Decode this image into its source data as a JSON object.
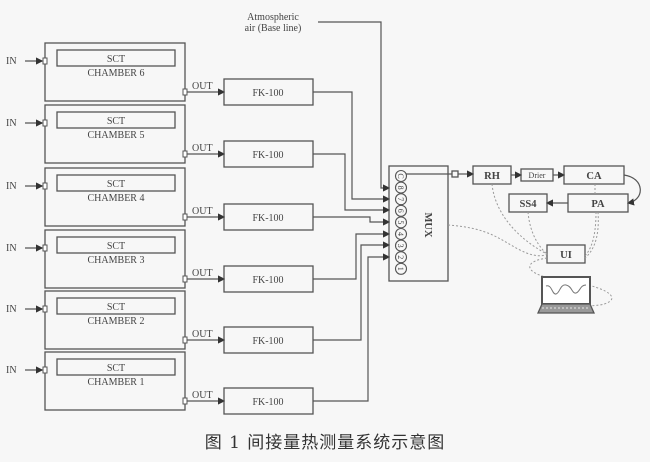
{
  "atmospheric_label": [
    "Atmospheric",
    "air (Base line)"
  ],
  "chambers": [
    {
      "sct": "SCT",
      "name": "CHAMBER 6",
      "in": "IN",
      "out": "OUT",
      "analyzer": "FK-100"
    },
    {
      "sct": "SCT",
      "name": "CHAMBER 5",
      "in": "IN",
      "out": "OUT",
      "analyzer": "FK-100"
    },
    {
      "sct": "SCT",
      "name": "CHAMBER 4",
      "in": "IN",
      "out": "OUT",
      "analyzer": "FK-100"
    },
    {
      "sct": "SCT",
      "name": "CHAMBER 3",
      "in": "IN",
      "out": "OUT",
      "analyzer": "FK-100"
    },
    {
      "sct": "SCT",
      "name": "CHAMBER 2",
      "in": "IN",
      "out": "OUT",
      "analyzer": "FK-100"
    },
    {
      "sct": "SCT",
      "name": "CHAMBER 1",
      "in": "IN",
      "out": "OUT",
      "analyzer": "FK-100"
    }
  ],
  "mux": {
    "label": "MUX",
    "ports": [
      "C",
      "8",
      "7",
      "6",
      "5",
      "4",
      "3",
      "2",
      "1"
    ]
  },
  "components": {
    "rh": "RH",
    "drier": "Drier",
    "ca": "CA",
    "pa": "PA",
    "ss4": "SS4",
    "ui": "UI"
  },
  "caption": "图 1  间接量热测量系统示意图"
}
